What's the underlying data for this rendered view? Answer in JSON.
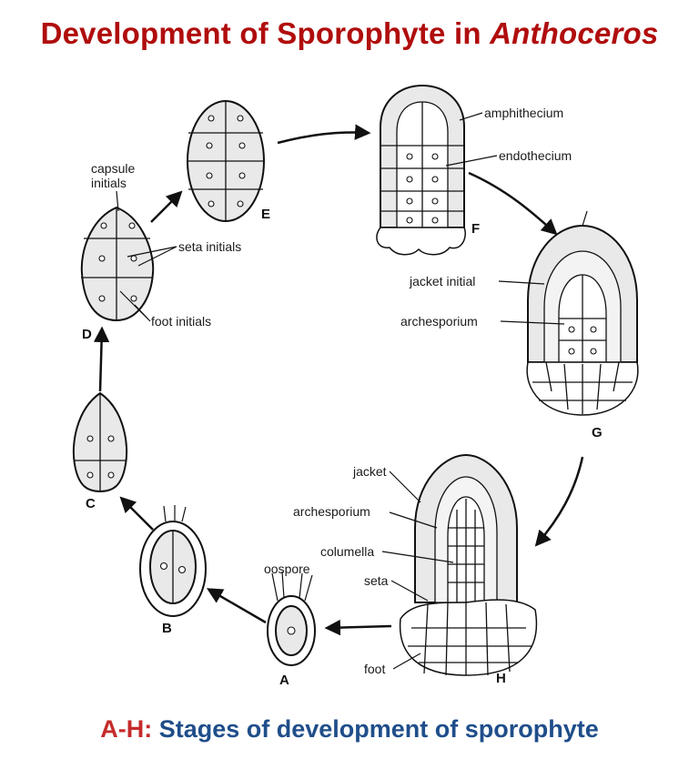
{
  "title": {
    "main": "Development of Sporophyte in",
    "italic": "Anthoceros"
  },
  "stages": {
    "a": "A",
    "b": "B",
    "c": "C",
    "d": "D",
    "e": "E",
    "f": "F",
    "g": "G",
    "h": "H"
  },
  "labels": {
    "oospore": "oospore",
    "capsule_initials_1": "capsule",
    "capsule_initials_2": "initials",
    "seta_initials": "seta initials",
    "foot_initials": "foot initials",
    "amphithecium": "amphithecium",
    "endothecium": "endothecium",
    "jacket_initial": "jacket  initial",
    "archesporium_g": "archesporium",
    "jacket": "jacket",
    "archesporium_h": "archesporium",
    "columella": "columella",
    "seta": "seta",
    "foot": "foot"
  },
  "caption": {
    "lead": "A-H:",
    "rest": "Stages of development of sporophyte"
  },
  "colors": {
    "title": "#b00d0d",
    "caption_lead": "#c62b2b",
    "caption_rest": "#1f4e8a"
  }
}
